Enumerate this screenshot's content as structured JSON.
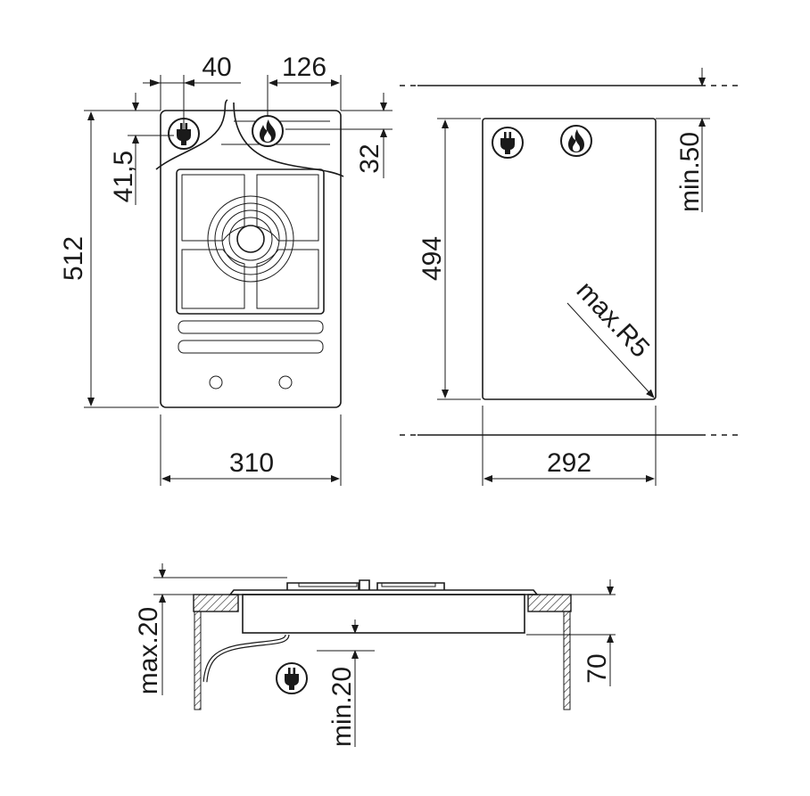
{
  "dimensions": {
    "top_view": {
      "width": "310",
      "height": "512",
      "plug_offset": "40",
      "gas_offset": "126",
      "plug_height": "41,5",
      "gas_height": "32"
    },
    "cutout_view": {
      "width": "292",
      "height": "494",
      "wall_clearance": "min.50",
      "corner_radius": "max.R5"
    },
    "side_view": {
      "countertop_max": "max.20",
      "depth": "70",
      "clearance_below": "min.20"
    }
  },
  "icons": [
    "plug-icon",
    "gas-flame-icon"
  ],
  "colors": {
    "line": "#1a1a1a",
    "background": "#ffffff"
  }
}
